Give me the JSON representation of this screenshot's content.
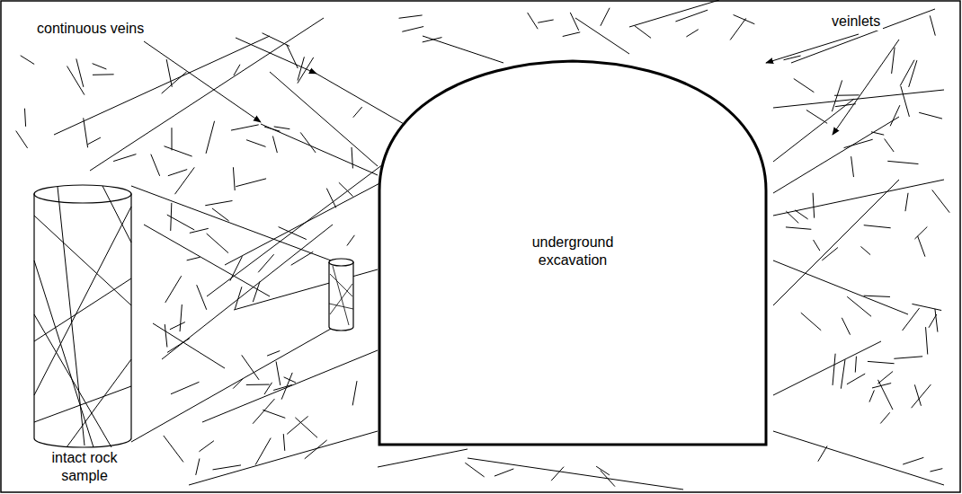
{
  "diagram": {
    "nodes": [
      {
        "text": [
          "underground excavation"
        ]
      },
      {
        "text": [
          "intact rock sample"
        ]
      }
    ],
    "labels": [
      "continuous veins",
      "veinlets"
    ]
  }
}
